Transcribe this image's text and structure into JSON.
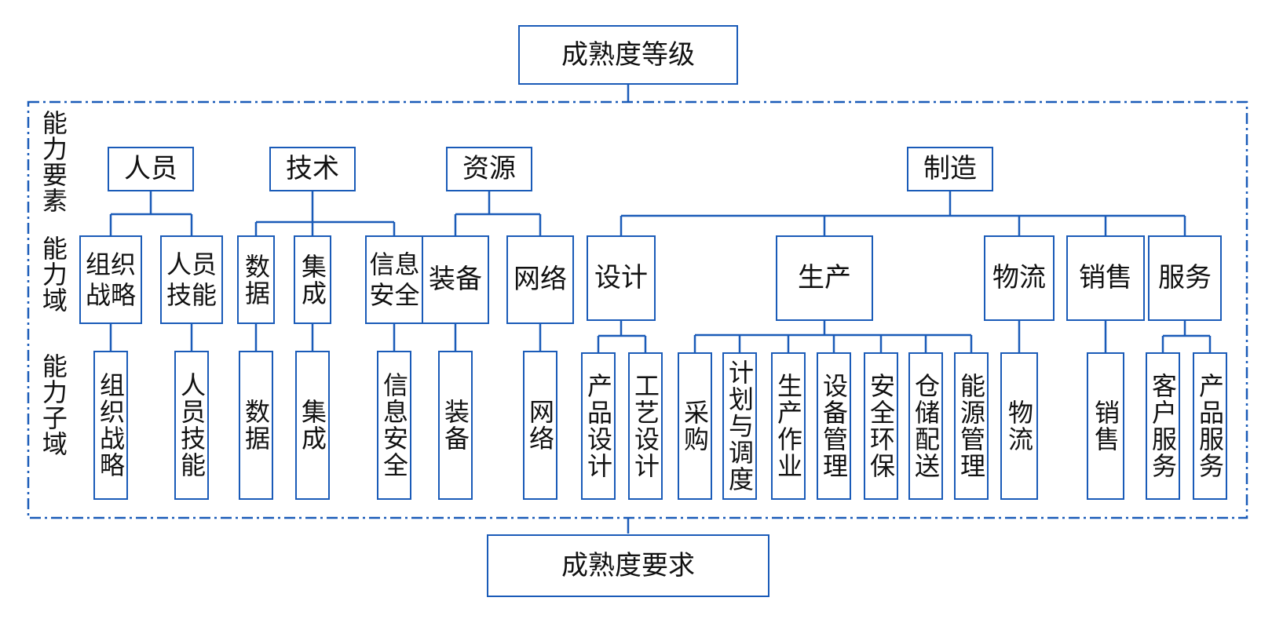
{
  "top_label": "成熟度等级",
  "bottom_label": "成熟度要求",
  "row_labels": [
    "能力要素",
    "能力域",
    "能力子域"
  ],
  "colors": {
    "line": "#1a5bb8",
    "text": "#111111",
    "background": "#ffffff"
  },
  "elements": {
    "personnel": "人员",
    "technology": "技术",
    "resources": "资源",
    "manufacturing": "制造"
  },
  "domains": {
    "org_strategy": "组织战略",
    "staff_skills": "人员技能",
    "data": "数据",
    "integration": "集成",
    "info_security": "信息安全",
    "equipment": "装备",
    "network": "网络",
    "design": "设计",
    "production": "生产",
    "logistics": "物流",
    "sales": "销售",
    "service": "服务"
  },
  "subdomains": {
    "org_strategy": "组织战略",
    "staff_skills": "人员技能",
    "data": "数据",
    "integration": "集成",
    "info_security": "信息安全",
    "equipment": "装备",
    "network": "网络",
    "product_design": "产品设计",
    "process_design": "工艺设计",
    "purchasing": "采购",
    "planning_scheduling": "计划与调度",
    "production_ops": "生产作业",
    "equipment_mgmt": "设备管理",
    "safety_env": "安全环保",
    "warehousing": "仓储配送",
    "energy_mgmt": "能源管理",
    "logistics": "物流",
    "sales": "销售",
    "customer_service": "客户服务",
    "product_service": "产品服务"
  }
}
